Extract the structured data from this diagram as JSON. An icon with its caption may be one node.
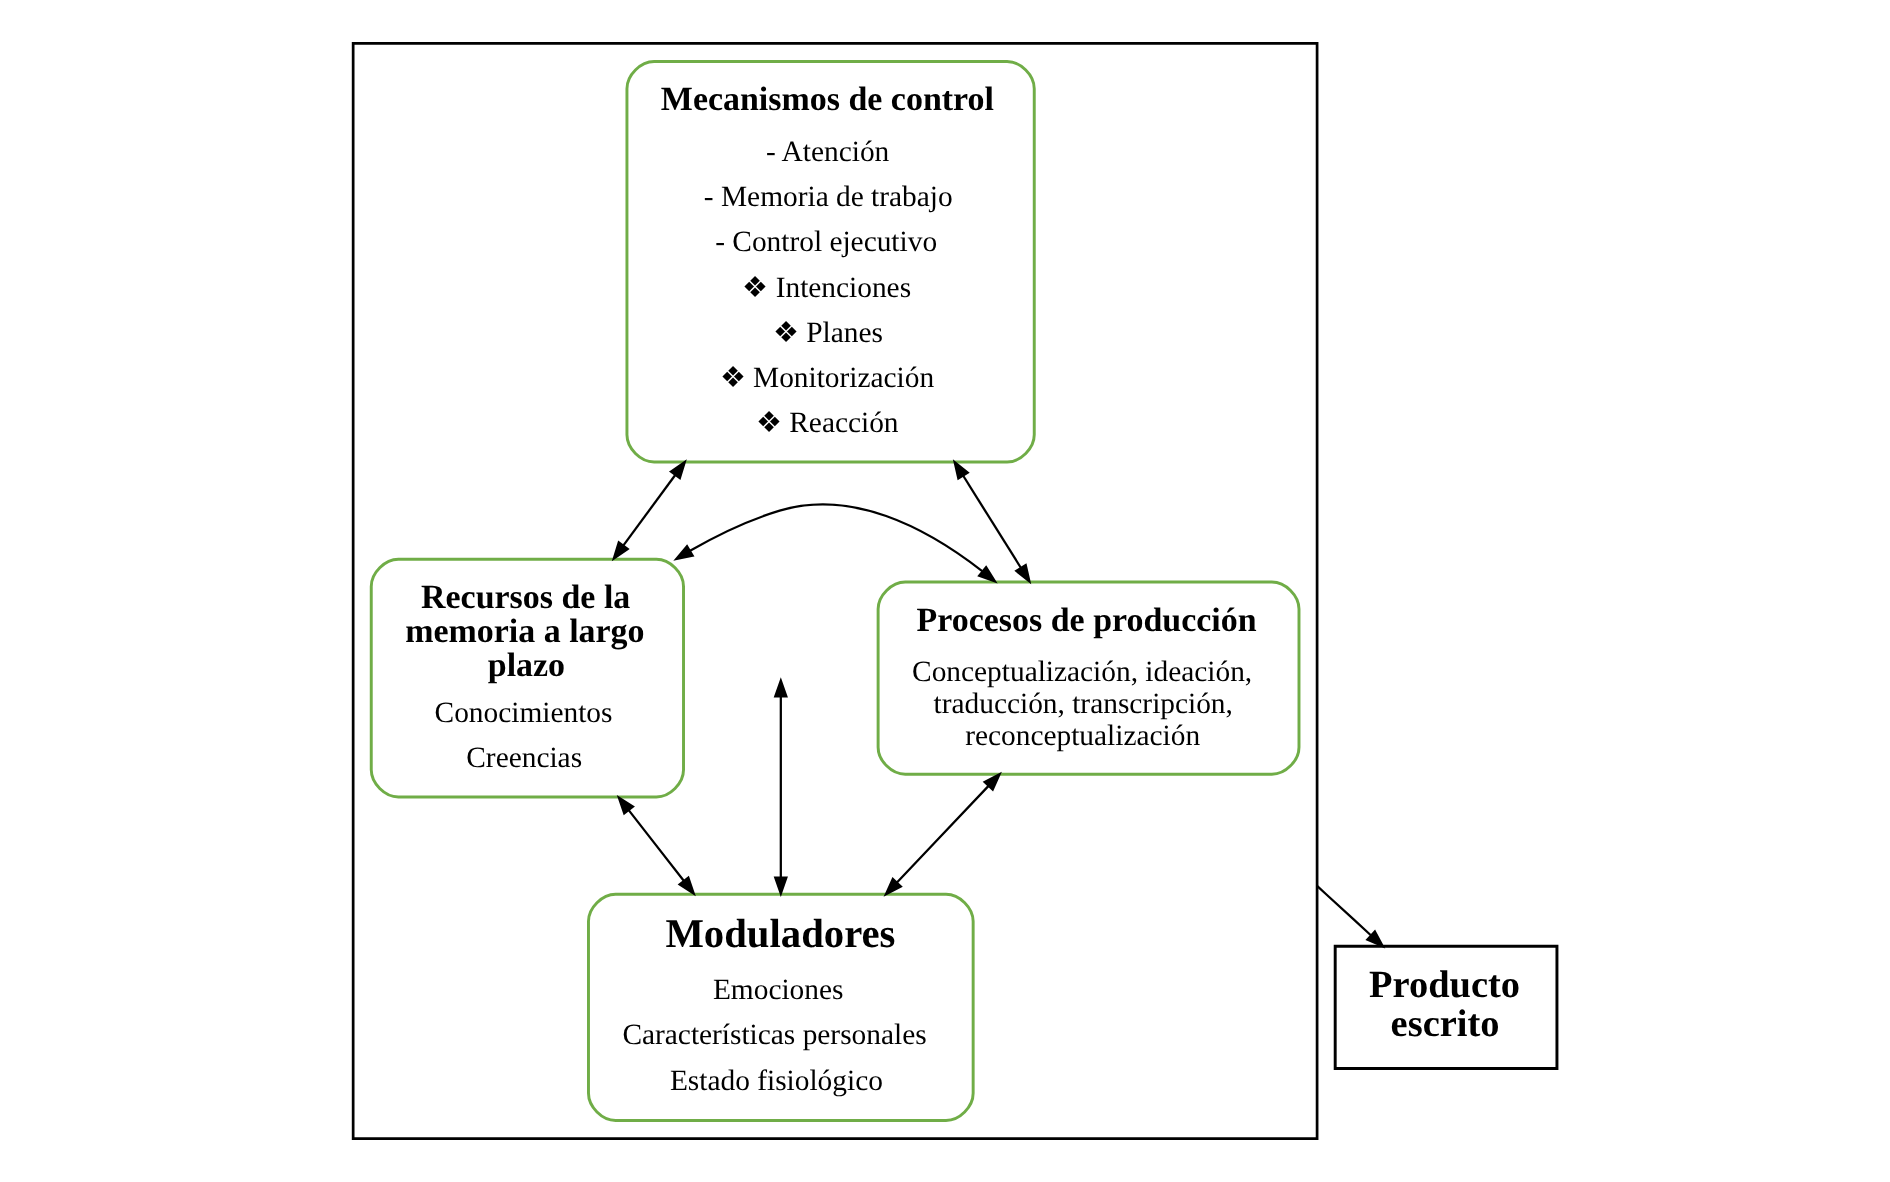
{
  "diagram": {
    "nodes": [
      {
        "text": [],
        "shape": "box"
      },
      {
        "text": [
          "Mecanismos de control",
          "- Atención",
          "- Memoria de trabajo",
          "- Control ejecutivo",
          "❖ Intenciones",
          "❖ Planes",
          "❖ Monitorización",
          "❖ Reacción"
        ],
        "in": 0
      },
      {
        "text": [
          "Recursos de la memoria a largo plazo",
          "Conocimientos",
          "Creencias"
        ],
        "in": 0
      },
      {
        "text": [
          "Procesos de producción",
          "Conceptualización, ideación, traducción, transcripción, reconceptualización"
        ],
        "in": 0
      },
      {
        "text": [
          "Moduladores",
          "Emociones",
          "Características personales",
          "Estado fisiológico"
        ],
        "in": 0
      },
      {
        "text": [
          "Producto escrito"
        ]
      }
    ],
    "edges": [
      {
        "from": 1,
        "to": 2,
        "arrow": "both"
      },
      {
        "from": 1,
        "to": 3,
        "arrow": "both"
      },
      {
        "from": 2,
        "to": 3,
        "arrow": "both"
      },
      {
        "from": null,
        "to": 4,
        "arrow": "both"
      },
      {
        "from": 2,
        "to": 4,
        "arrow": "both"
      },
      {
        "from": 3,
        "to": 4,
        "arrow": "both"
      },
      {
        "from": 0,
        "to": 5,
        "arrow": "to"
      }
    ]
  }
}
